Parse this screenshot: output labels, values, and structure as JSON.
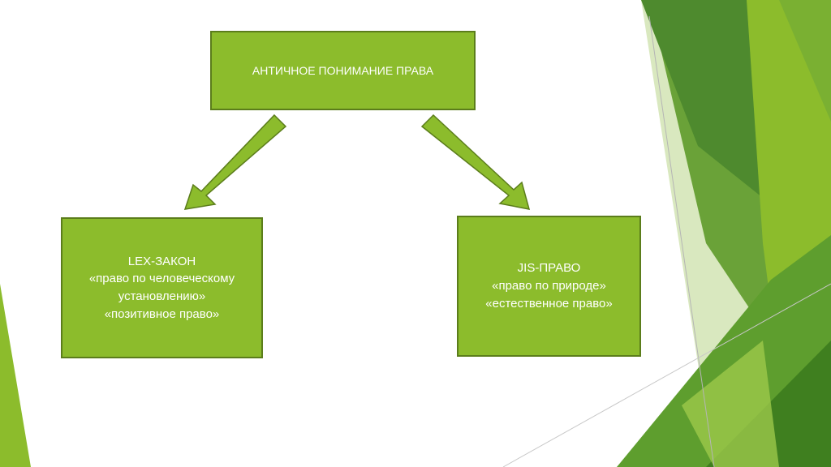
{
  "diagram": {
    "top_box": {
      "label": "АНТИЧНОЕ ПОНИМАНИЕ ПРАВА"
    },
    "left_box": {
      "title": "LEX-ЗАКОН",
      "line2": "«право по человеческому",
      "line3": "установлению»",
      "line4": "«позитивное право»"
    },
    "right_box": {
      "title": "JIS-ПРАВО",
      "line2": "«право по природе»",
      "line3": "«естественное право»"
    }
  },
  "colors": {
    "box_fill": "#8cbc2c",
    "box_border": "#5b7d1b",
    "arrow_fill": "#8cbc2c",
    "arrow_border": "#5b7d1b",
    "text": "#ffffff"
  }
}
